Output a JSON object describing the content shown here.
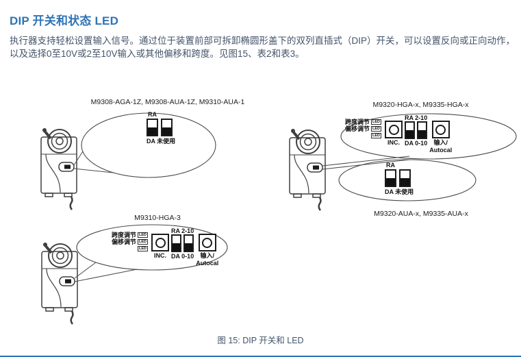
{
  "document": {
    "heading": "DIP 开关和状态 LED",
    "paragraph_line1": "执行器支持轻松设置输入信号。通过位于装置前部可拆卸椭圆形盖下的双列直插式（DIP）开关，可以设置反向或正向动作，",
    "paragraph_line2": "以及选择0至10V或2至10V输入或其他偏移和跨度。见图15、表2和表3。",
    "figure_caption": "图 15:  DIP 开关和 LED"
  },
  "figure": {
    "led_label": "LED",
    "simple": {
      "ra_label": "RA",
      "da_label": "DA 未使用"
    },
    "hga": {
      "span_label": "跨度调节",
      "offset_label": "偏移调节",
      "inc_label": "INC.",
      "ra_label": "RA 2-10",
      "da_label": "DA 0-10",
      "input_label": "输入/",
      "autocal_label": "Autocal"
    },
    "models": {
      "top_left": "M9308-AGA-1Z, M9308-AUA-1Z, M9310-AUA-1",
      "top_right": "M9320-HGA-x, M9335-HGA-x",
      "bottom_right": "M9320-AUA-x, M9335-AUA-x",
      "bottom_left": "M9310-HGA-3"
    }
  },
  "colors": {
    "heading": "#2E74B5",
    "body_text": "#44546A",
    "rule": "#2E74B5",
    "line": "#4a4a4a"
  }
}
